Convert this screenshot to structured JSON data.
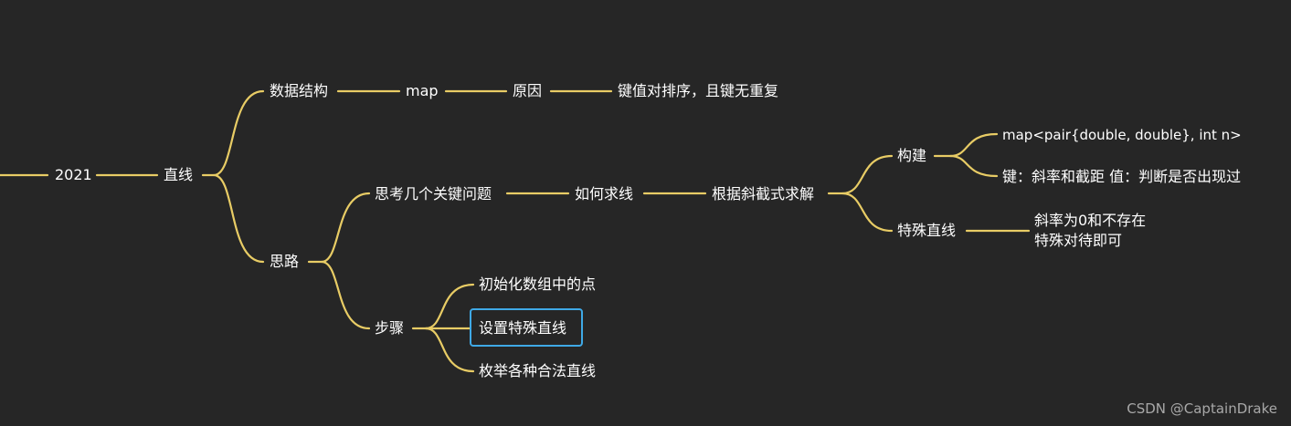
{
  "colors": {
    "background": "#262626",
    "link": "#e8cc65",
    "text": "#ffffff",
    "selection": "#3fa9e6",
    "watermark": "#a8a8a8"
  },
  "mindmap": {
    "root": "2021",
    "topic": "直线",
    "data_structure": {
      "label": "数据结构",
      "map": "map",
      "reason": "原因",
      "reason_detail": "键值对排序，且键无重复"
    },
    "approach": {
      "label": "思路",
      "key_questions": "思考几个关键问题",
      "how_line": "如何求线",
      "slope_intercept": "根据斜截式求解",
      "build": "构建",
      "build_map": "map<pair{double, double}, int n>",
      "build_kv": "键：斜率和截距  值：判断是否出现过",
      "special_line": "特殊直线",
      "special_detail": "斜率为0和不存在\n特殊对待即可",
      "steps": "步骤",
      "step1": "初始化数组中的点",
      "step2": "设置特殊直线",
      "step3": "枚举各种合法直线"
    }
  },
  "watermark": "CSDN @CaptainDrake"
}
